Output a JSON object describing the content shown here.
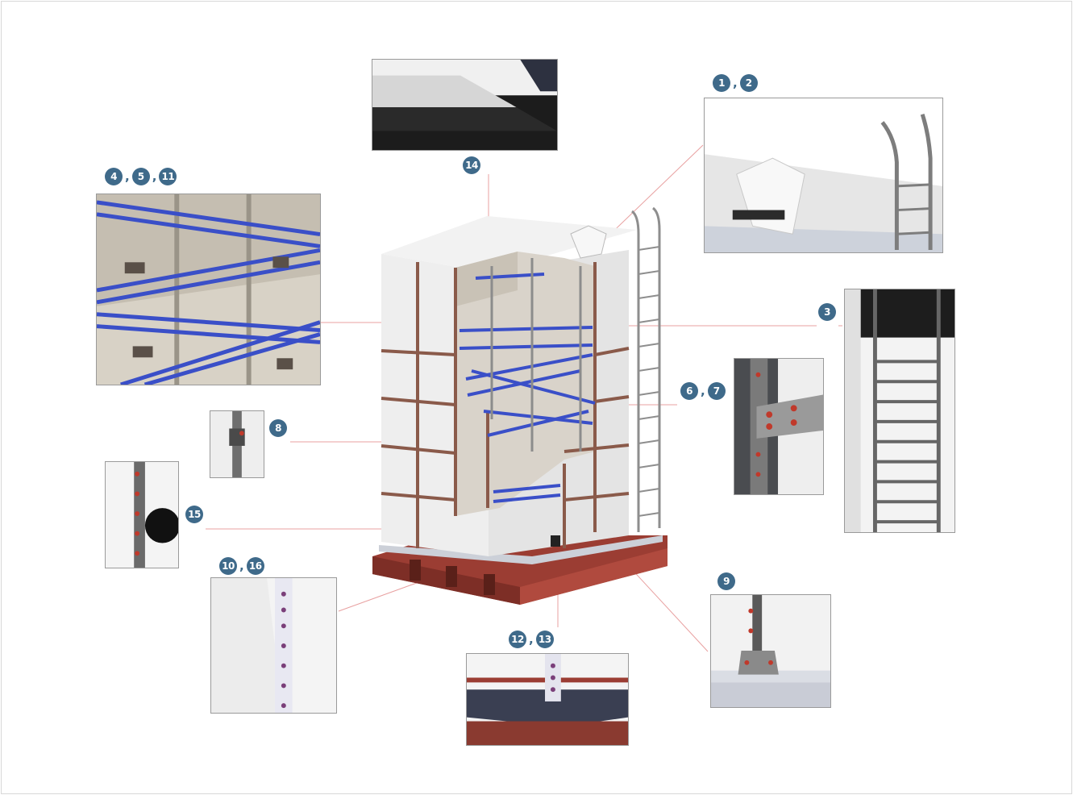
{
  "callouts": [
    {
      "id": "c14",
      "numbers": [
        "14"
      ]
    },
    {
      "id": "c1-2",
      "numbers": [
        "1",
        "2"
      ]
    },
    {
      "id": "c4-5-11",
      "numbers": [
        "4",
        "5",
        "11"
      ]
    },
    {
      "id": "c3",
      "numbers": [
        "3"
      ]
    },
    {
      "id": "c6-7",
      "numbers": [
        "6",
        "7"
      ]
    },
    {
      "id": "c8",
      "numbers": [
        "8"
      ]
    },
    {
      "id": "c15",
      "numbers": [
        "15"
      ]
    },
    {
      "id": "c10-16",
      "numbers": [
        "10",
        "16"
      ]
    },
    {
      "id": "c9",
      "numbers": [
        "9"
      ]
    },
    {
      "id": "c12-13",
      "numbers": [
        "12",
        "13"
      ]
    }
  ],
  "separator": ",",
  "colors": {
    "badge": "#3f6a8a",
    "leader_line": "#e8a0a0",
    "stay_rod": "#3a4fc8",
    "base_beam": "#9b3d33",
    "panel_white": "#eeeeee",
    "steel": "#5a5a5a",
    "bolt": "#c0392b"
  }
}
